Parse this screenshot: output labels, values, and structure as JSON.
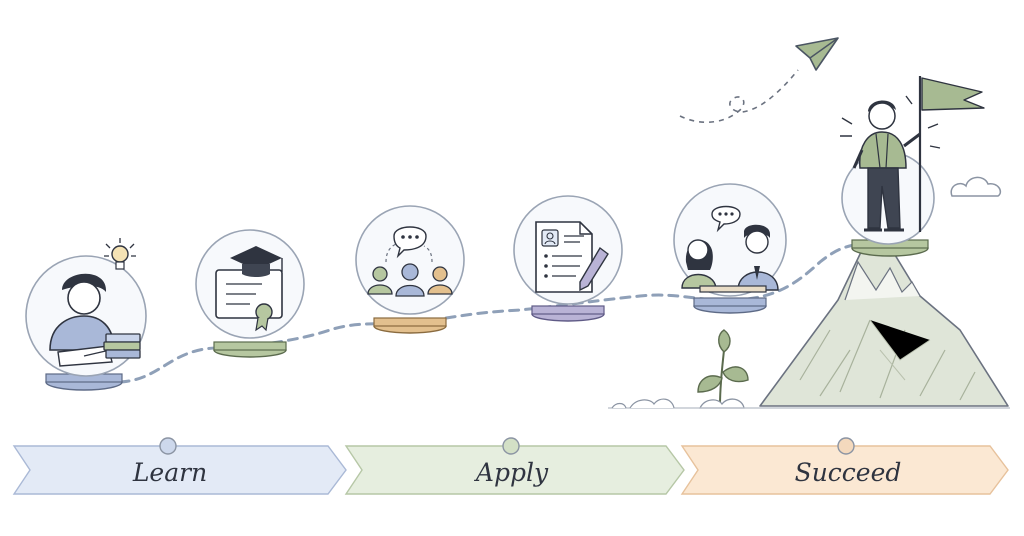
{
  "stages": [
    {
      "id": "learn",
      "label": "Learn",
      "fill": "#e3eaf6",
      "stroke": "#aab9d6",
      "dot": "#cdd8ec"
    },
    {
      "id": "apply",
      "label": "Apply",
      "fill": "#e6eedf",
      "stroke": "#b6c7a6",
      "dot": "#d3e0c6"
    },
    {
      "id": "succeed",
      "label": "Succeed",
      "fill": "#fbe8d3",
      "stroke": "#e7c29c",
      "dot": "#f4d9bd"
    }
  ],
  "steps": [
    {
      "id": "studying",
      "icon": "student-studying-icon",
      "base": "#a9b8d8"
    },
    {
      "id": "graduation",
      "icon": "diploma-graduation-icon",
      "base": "#b6c7a0"
    },
    {
      "id": "networking",
      "icon": "networking-people-icon",
      "base": "#e3c08e"
    },
    {
      "id": "resume",
      "icon": "resume-document-icon",
      "base": "#b9b3d6"
    },
    {
      "id": "interview",
      "icon": "interview-meeting-icon",
      "base": "#a9b8d8"
    },
    {
      "id": "summit",
      "icon": "person-with-flag-icon",
      "base": "#b6c7a0"
    }
  ],
  "colors": {
    "ink": "#3a3f4a",
    "accent_green": "#9db38a",
    "path": "#8fa0b8"
  }
}
